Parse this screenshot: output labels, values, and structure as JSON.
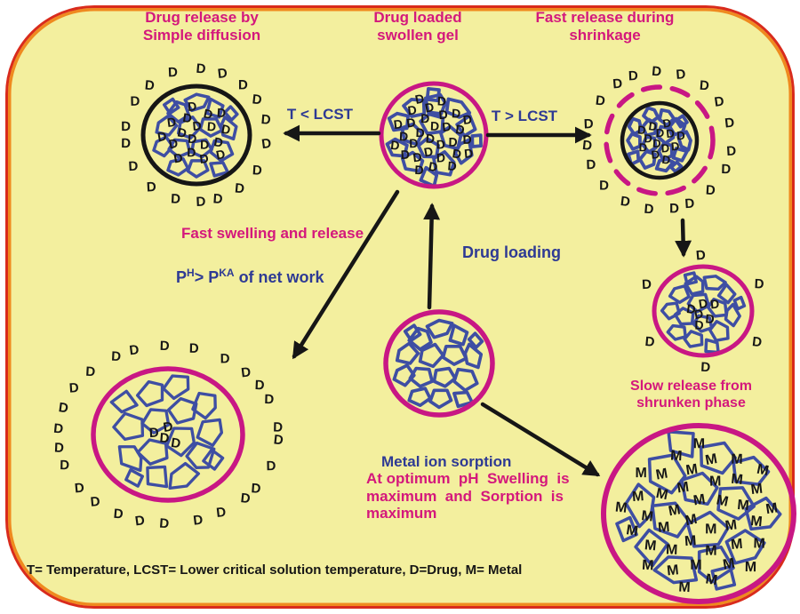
{
  "colors": {
    "background": "#f3ef9e",
    "border_outer": "#d92b1c",
    "border_inner": "#ef8a1f",
    "magenta": "#d4187c",
    "blue": "#2e3a94",
    "mesh_blue": "#3e4ea3",
    "circle_magenta": "#c81784",
    "black": "#161616"
  },
  "titles": {
    "diffusion": [
      "Drug release by",
      "Simple diffusion"
    ],
    "swollen": [
      "Drug loaded",
      "swollen gel"
    ],
    "shrinkage": [
      "Fast release during",
      "shrinkage"
    ]
  },
  "annotations": {
    "t_less": "T < LCST",
    "t_greater": "T > LCST",
    "fast_swelling": "Fast swelling and release",
    "ph": {
      "p1": "P",
      "s1": "H",
      "p2": "> P",
      "s2": "KA",
      "p3": " of net work"
    },
    "drug_loading": "Drug loading",
    "slow_release": [
      "Slow release from",
      "shrunken  phase"
    ],
    "metal_title": "Metal ion sorption",
    "metal_body": [
      "At optimum  pH  Swelling  is",
      "maximum  and  Sorption  is",
      "maximum"
    ]
  },
  "legend": "T= Temperature, LCST= Lower critical solution temperature, D=Drug,  M= Metal",
  "gels": {
    "diffusion": {
      "symbol": "D",
      "inner_count": 18,
      "outer_count": 18
    },
    "swollen": {
      "symbol": "D",
      "inner_count": 30
    },
    "shrunken_ring": {
      "symbol": "D",
      "inner_count": 13,
      "outer_count": 19
    },
    "small_shrunken": {
      "symbol": "D",
      "inner_count": 6,
      "outer_count": 6
    },
    "plain": {
      "symbol": "",
      "inner_count": 0
    },
    "ionized": {
      "symbol": "D",
      "inner_count": 4,
      "outer_count": 26
    },
    "metal": {
      "symbol": "M",
      "inner_count": 40
    }
  }
}
